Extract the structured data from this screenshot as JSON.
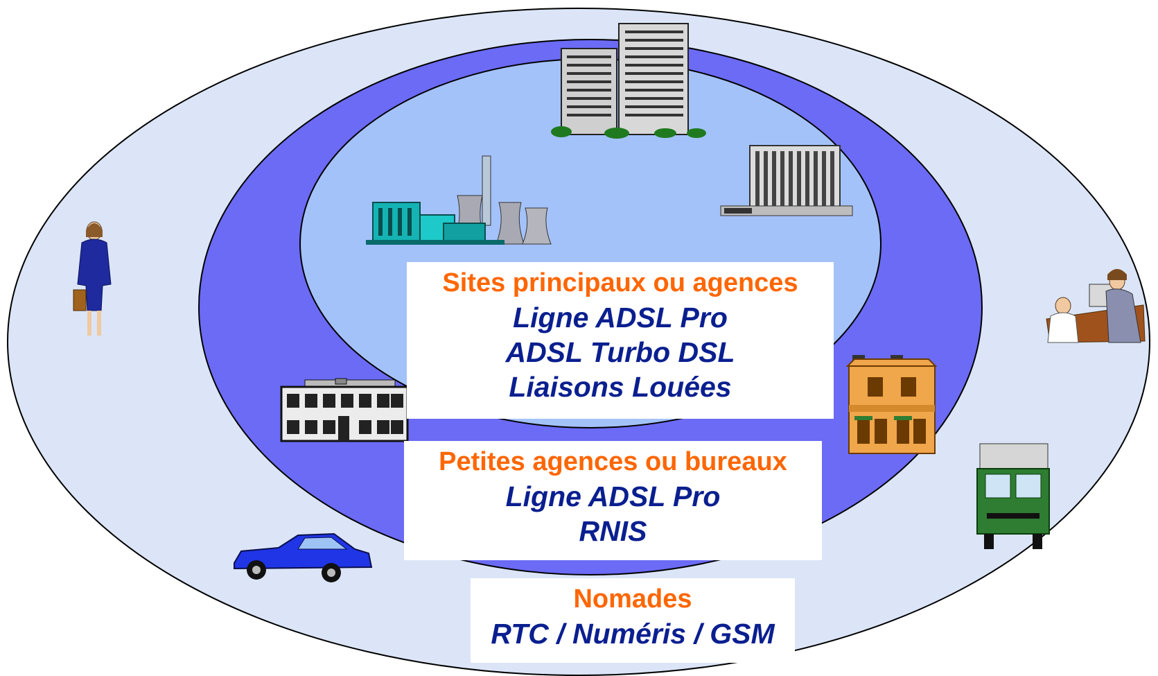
{
  "zones": {
    "inner": {
      "title": "Sites principaux ou agences",
      "items": [
        "Ligne ADSL Pro",
        "ADSL Turbo DSL",
        "Liaisons Louées"
      ]
    },
    "middle": {
      "title": "Petites agences ou bureaux",
      "items": [
        "Ligne ADSL Pro",
        "RNIS"
      ]
    },
    "outer": {
      "title": "Nomades",
      "items": [
        "RTC / Numéris / GSM"
      ]
    }
  },
  "colors": {
    "outer_ring": "#dbe5f7",
    "middle_ring": "#6b6bf5",
    "inner_ring": "#a4c2fa",
    "title_orange": "#ff6600",
    "tech_blue": "#0a1f8f"
  },
  "icons": [
    "office-towers-icon",
    "factory-icon",
    "hotel-building-icon",
    "office-block-icon",
    "house-icon",
    "businesswoman-icon",
    "car-icon",
    "truck-icon",
    "office-workers-icon"
  ]
}
